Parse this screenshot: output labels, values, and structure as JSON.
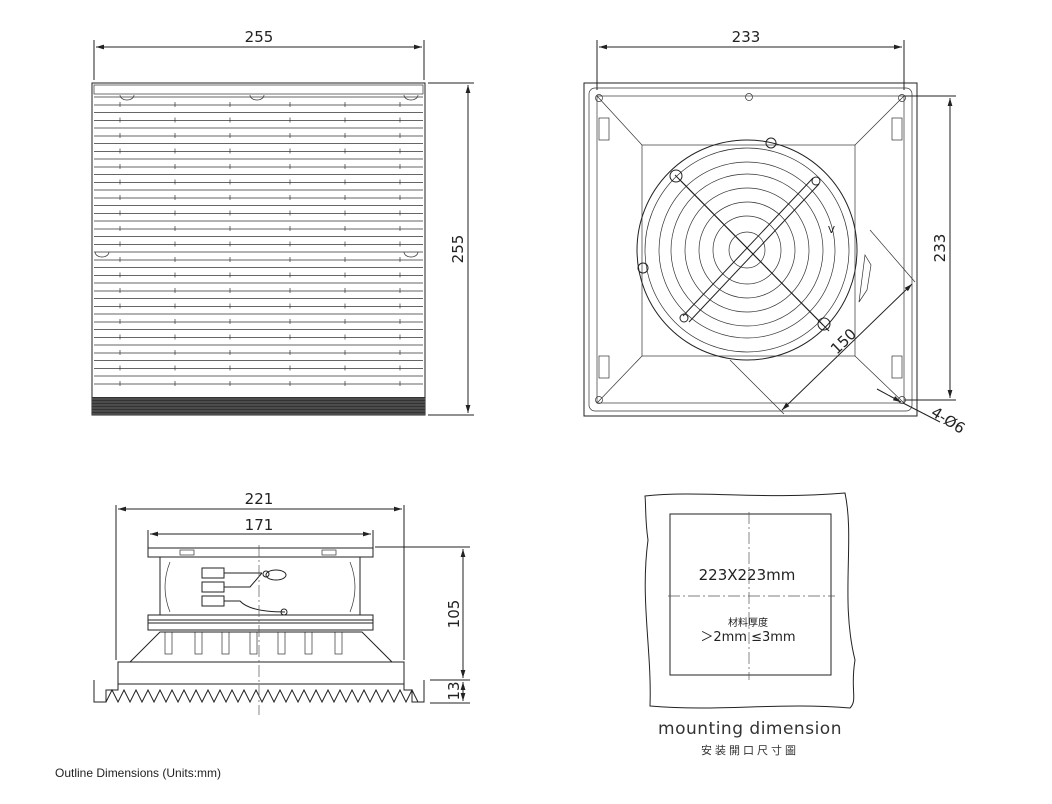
{
  "dimensions": {
    "front_width": "255",
    "front_height": "255",
    "back_width": "233",
    "back_height": "233",
    "diagonal": "150",
    "holes": "4-Ø6",
    "side_total": "221",
    "side_inner": "171",
    "side_height": "105",
    "side_base": "13"
  },
  "cutout": {
    "size": "223X223mm",
    "material_label": "材料厚度",
    "thickness": "＞2mm ≤3mm",
    "caption": "mounting dimension",
    "caption_cn": "安装開口尺寸圖"
  },
  "footer": "Outline Dimensions (Units:mm)",
  "fan_mark": "V"
}
